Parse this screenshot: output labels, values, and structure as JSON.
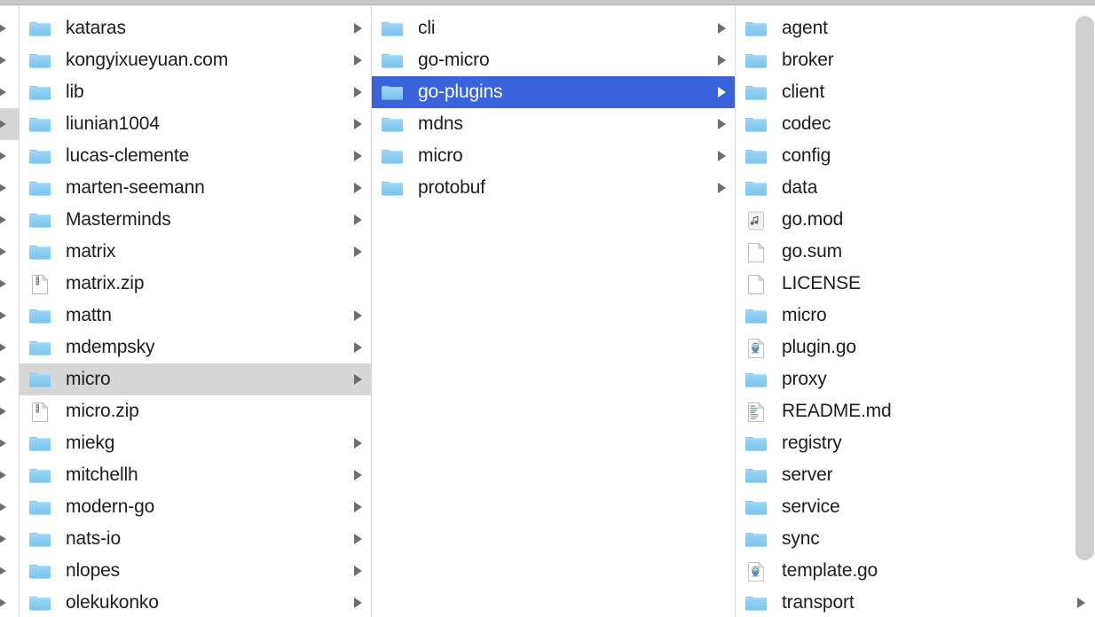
{
  "window": {
    "app": "Finder",
    "view": "column-view",
    "colors": {
      "selection_active": "#3b64dc",
      "selection_inactive": "#d6d6d6",
      "folder_blue": "#8ecdf2",
      "text": "#1d1d1d",
      "chevron": "#6e6e6e",
      "divider": "#dcdcdc",
      "top_bar": "#c9c9c9",
      "scrollbar": "#cfcfcf"
    }
  },
  "columns": [
    {
      "name": "column-ancestor-sliver",
      "items": [
        {
          "label": "",
          "kind": "folder",
          "expandable": true,
          "selected": false
        },
        {
          "label": "",
          "kind": "folder",
          "expandable": true,
          "selected": false
        },
        {
          "label": "",
          "kind": "folder",
          "expandable": true,
          "selected": false
        },
        {
          "label": "",
          "kind": "folder",
          "expandable": true,
          "selected": true
        },
        {
          "label": "",
          "kind": "folder",
          "expandable": true,
          "selected": false
        },
        {
          "label": "",
          "kind": "folder",
          "expandable": true,
          "selected": false
        },
        {
          "label": "",
          "kind": "folder",
          "expandable": true,
          "selected": false
        },
        {
          "label": "",
          "kind": "folder",
          "expandable": true,
          "selected": false
        },
        {
          "label": "",
          "kind": "folder",
          "expandable": true,
          "selected": false
        },
        {
          "label": "",
          "kind": "folder",
          "expandable": true,
          "selected": false
        },
        {
          "label": "",
          "kind": "folder",
          "expandable": true,
          "selected": false
        },
        {
          "label": "",
          "kind": "folder",
          "expandable": true,
          "selected": false
        },
        {
          "label": "",
          "kind": "folder",
          "expandable": true,
          "selected": false
        },
        {
          "label": "",
          "kind": "folder",
          "expandable": true,
          "selected": false
        },
        {
          "label": "",
          "kind": "folder",
          "expandable": true,
          "selected": false
        },
        {
          "label": "",
          "kind": "folder",
          "expandable": true,
          "selected": false
        },
        {
          "label": "",
          "kind": "folder",
          "expandable": true,
          "selected": false
        },
        {
          "label": "",
          "kind": "folder",
          "expandable": true,
          "selected": false
        },
        {
          "label": "",
          "kind": "folder",
          "expandable": true,
          "selected": false
        }
      ]
    },
    {
      "name": "column-1",
      "items": [
        {
          "label": "kataras",
          "kind": "folder",
          "expandable": true,
          "selected": false
        },
        {
          "label": "kongyixueyuan.com",
          "kind": "folder",
          "expandable": true,
          "selected": false
        },
        {
          "label": "lib",
          "kind": "folder",
          "expandable": true,
          "selected": false
        },
        {
          "label": "liunian1004",
          "kind": "folder",
          "expandable": true,
          "selected": false
        },
        {
          "label": "lucas-clemente",
          "kind": "folder",
          "expandable": true,
          "selected": false
        },
        {
          "label": "marten-seemann",
          "kind": "folder",
          "expandable": true,
          "selected": false
        },
        {
          "label": "Masterminds",
          "kind": "folder",
          "expandable": true,
          "selected": false
        },
        {
          "label": "matrix",
          "kind": "folder",
          "expandable": true,
          "selected": false
        },
        {
          "label": "matrix.zip",
          "kind": "zip",
          "expandable": false,
          "selected": false
        },
        {
          "label": "mattn",
          "kind": "folder",
          "expandable": true,
          "selected": false
        },
        {
          "label": "mdempsky",
          "kind": "folder",
          "expandable": true,
          "selected": false
        },
        {
          "label": "micro",
          "kind": "folder",
          "expandable": true,
          "selected": true
        },
        {
          "label": "micro.zip",
          "kind": "zip",
          "expandable": false,
          "selected": false
        },
        {
          "label": "miekg",
          "kind": "folder",
          "expandable": true,
          "selected": false
        },
        {
          "label": "mitchellh",
          "kind": "folder",
          "expandable": true,
          "selected": false
        },
        {
          "label": "modern-go",
          "kind": "folder",
          "expandable": true,
          "selected": false
        },
        {
          "label": "nats-io",
          "kind": "folder",
          "expandable": true,
          "selected": false
        },
        {
          "label": "nlopes",
          "kind": "folder",
          "expandable": true,
          "selected": false
        },
        {
          "label": "olekukonko",
          "kind": "folder",
          "expandable": true,
          "selected": false
        }
      ]
    },
    {
      "name": "column-2",
      "items": [
        {
          "label": "cli",
          "kind": "folder",
          "expandable": true,
          "selected": false
        },
        {
          "label": "go-micro",
          "kind": "folder",
          "expandable": true,
          "selected": false
        },
        {
          "label": "go-plugins",
          "kind": "folder",
          "expandable": true,
          "selected": true
        },
        {
          "label": "mdns",
          "kind": "folder",
          "expandable": true,
          "selected": false
        },
        {
          "label": "micro",
          "kind": "folder",
          "expandable": true,
          "selected": false
        },
        {
          "label": "protobuf",
          "kind": "folder",
          "expandable": true,
          "selected": false
        }
      ]
    },
    {
      "name": "column-3",
      "scrollbar_visible": true,
      "items": [
        {
          "label": "agent",
          "kind": "folder",
          "expandable": true,
          "selected": false
        },
        {
          "label": "broker",
          "kind": "folder",
          "expandable": true,
          "selected": false
        },
        {
          "label": "client",
          "kind": "folder",
          "expandable": true,
          "selected": false
        },
        {
          "label": "codec",
          "kind": "folder",
          "expandable": true,
          "selected": false
        },
        {
          "label": "config",
          "kind": "folder",
          "expandable": true,
          "selected": false
        },
        {
          "label": "data",
          "kind": "folder",
          "expandable": true,
          "selected": false
        },
        {
          "label": "go.mod",
          "kind": "audio",
          "expandable": false,
          "selected": false
        },
        {
          "label": "go.sum",
          "kind": "document",
          "expandable": false,
          "selected": false
        },
        {
          "label": "LICENSE",
          "kind": "document",
          "expandable": false,
          "selected": false
        },
        {
          "label": "micro",
          "kind": "folder",
          "expandable": true,
          "selected": false
        },
        {
          "label": "plugin.go",
          "kind": "go",
          "expandable": false,
          "selected": false
        },
        {
          "label": "proxy",
          "kind": "folder",
          "expandable": true,
          "selected": false
        },
        {
          "label": "README.md",
          "kind": "markdown",
          "expandable": false,
          "selected": false
        },
        {
          "label": "registry",
          "kind": "folder",
          "expandable": true,
          "selected": false
        },
        {
          "label": "server",
          "kind": "folder",
          "expandable": true,
          "selected": false
        },
        {
          "label": "service",
          "kind": "folder",
          "expandable": true,
          "selected": false
        },
        {
          "label": "sync",
          "kind": "folder",
          "expandable": true,
          "selected": false
        },
        {
          "label": "template.go",
          "kind": "go",
          "expandable": false,
          "selected": false
        },
        {
          "label": "transport",
          "kind": "folder",
          "expandable": true,
          "selected": false
        }
      ]
    }
  ]
}
